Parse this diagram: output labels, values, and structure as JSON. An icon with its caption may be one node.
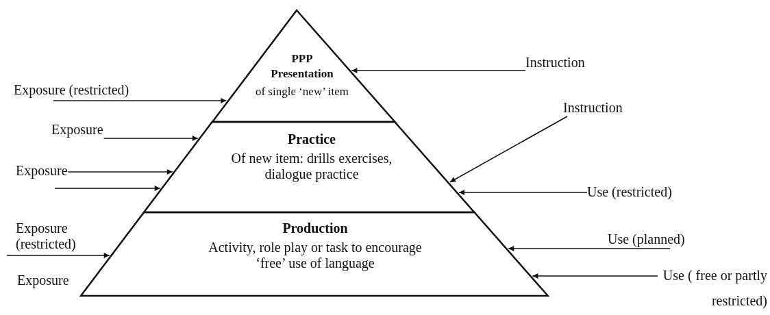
{
  "diagram": {
    "nodes": [
      {
        "text": [
          "PPP",
          "Presentation",
          "of single ‘new’ item"
        ]
      },
      {
        "text": [
          "Practice",
          "Of new item: drills exercises, dialogue practice"
        ]
      },
      {
        "text": [
          "Production",
          "Activity, role play or task to encourage ‘free’ use of language"
        ]
      },
      {
        "text": [
          "Exposure (restricted)"
        ]
      },
      {
        "text": [
          "Exposure"
        ]
      },
      {
        "text": [
          "Exposure"
        ]
      },
      {
        "text": [
          "Exposure (restricted)"
        ]
      },
      {
        "text": [
          "Instruction"
        ]
      },
      {
        "text": [
          "Instruction"
        ]
      },
      {
        "text": [
          "Use (restricted)"
        ]
      },
      {
        "text": [
          "Use (planned)"
        ]
      },
      {
        "text": [
          "Use ( free or partly restricted)"
        ]
      }
    ],
    "edges": [
      {
        "from": 3,
        "to": 0,
        "arrow": "to"
      },
      {
        "from": 4,
        "to": 1,
        "arrow": "to"
      },
      {
        "from": 5,
        "to": 1,
        "arrow": "to"
      },
      {
        "from": 5,
        "to": 1,
        "arrow": "to"
      },
      {
        "from": 6,
        "to": 2,
        "arrow": "to"
      },
      {
        "from": 7,
        "to": 0,
        "arrow": "to"
      },
      {
        "from": 8,
        "to": 1,
        "arrow": "to"
      },
      {
        "from": 9,
        "to": 1,
        "arrow": "to"
      },
      {
        "from": 10,
        "to": 2,
        "arrow": "to"
      },
      {
        "from": 11,
        "to": 2,
        "arrow": "to"
      }
    ],
    "labels": [
      "Exposure"
    ]
  }
}
